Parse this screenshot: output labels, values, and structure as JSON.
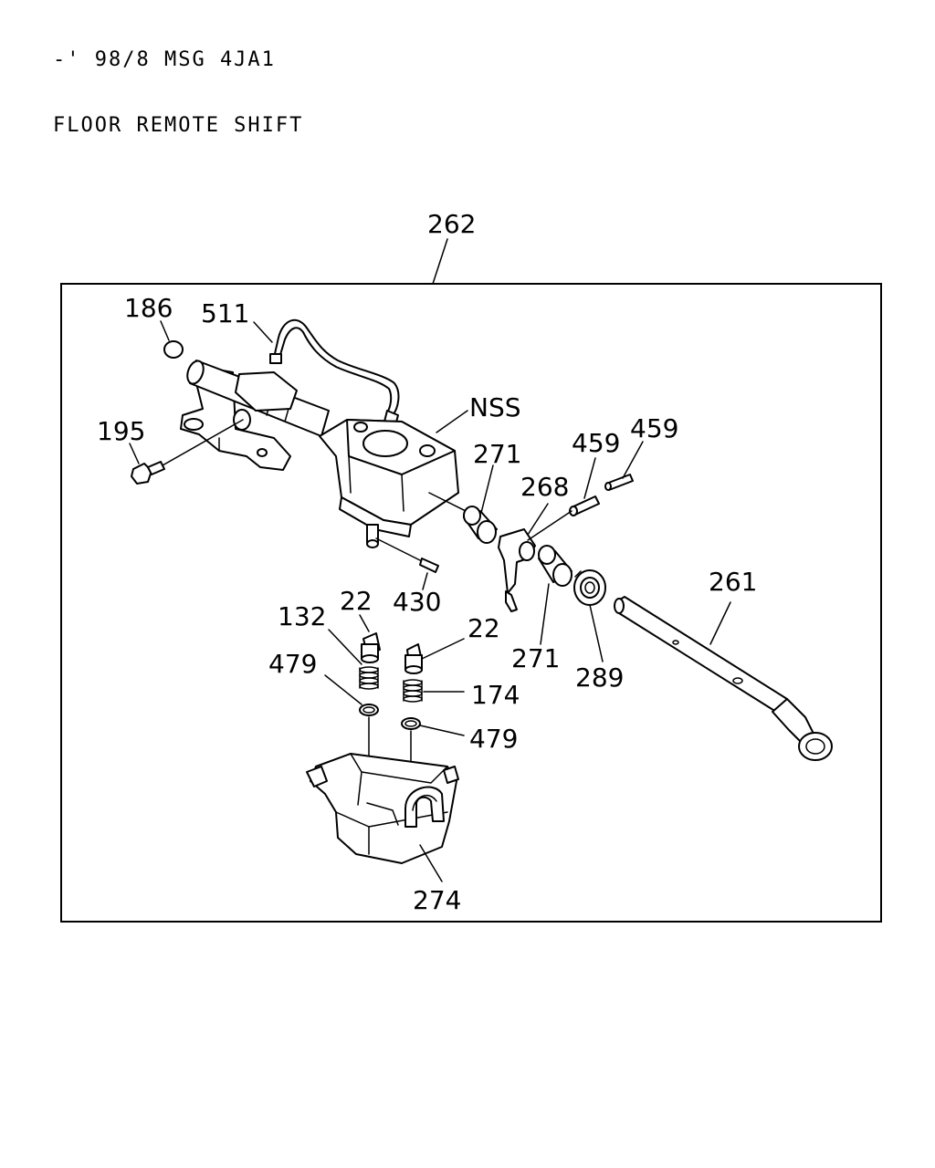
{
  "header": {
    "line1": "-' 98/8 MSG 4JA1",
    "line2": "FLOOR REMOTE SHIFT"
  },
  "callouts": {
    "c262": "262",
    "c186": "186",
    "c511": "511",
    "c195": "195",
    "cNSS": "NSS",
    "c271a": "271",
    "c459a": "459",
    "c459b": "459",
    "c268": "268",
    "c430": "430",
    "c132": "132",
    "c22a": "22",
    "c22b": "22",
    "c479a": "479",
    "c174": "174",
    "c479b": "479",
    "c271b": "271",
    "c289": "289",
    "c261": "261",
    "c274": "274"
  }
}
